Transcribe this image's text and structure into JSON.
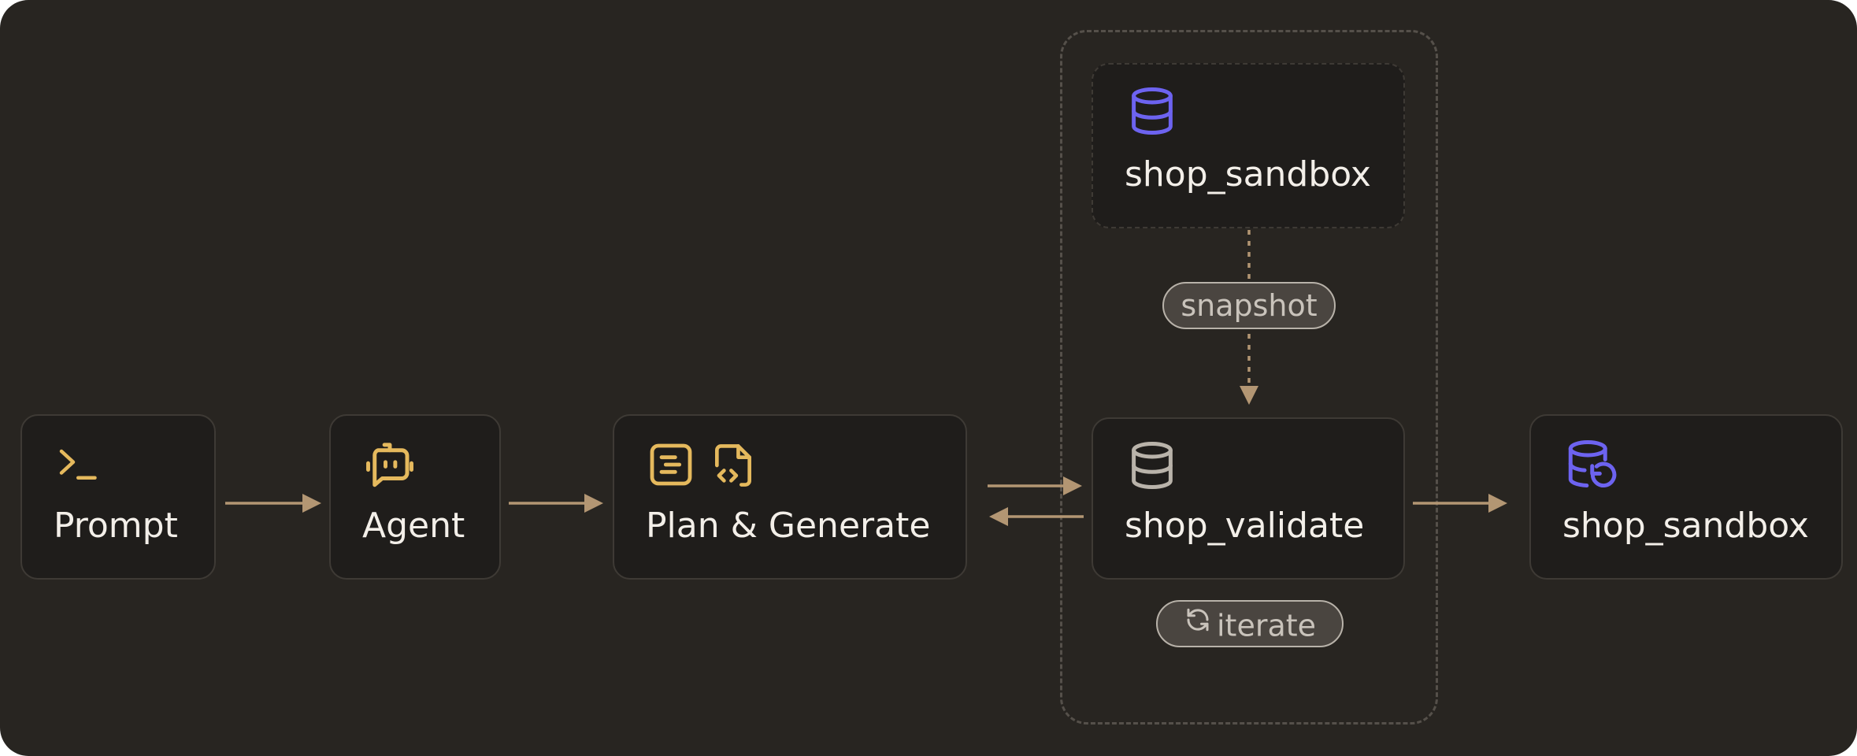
{
  "nodes": {
    "prompt": {
      "label": "Prompt",
      "icon": "terminal-prompt-icon"
    },
    "agent": {
      "label": "Agent",
      "icon": "robot-chat-icon"
    },
    "plan_generate": {
      "label": "Plan & Generate",
      "icons": [
        "document-lines-icon",
        "code-file-icon"
      ]
    },
    "shop_sandbox_source": {
      "label": "shop_sandbox",
      "icon": "database-icon"
    },
    "shop_validate": {
      "label": "shop_validate",
      "icon": "database-icon"
    },
    "shop_sandbox_result": {
      "label": "shop_sandbox",
      "icon": "database-restore-icon"
    }
  },
  "pills": {
    "snapshot": "snapshot",
    "iterate": "iterate",
    "iterate_icon": "refresh-icon"
  },
  "colors": {
    "background": "#282521",
    "node_fill": "#1f1d1b",
    "node_border": "#3e3a35",
    "text": "#f3efe9",
    "accent_gold": "#e5b95d",
    "accent_purple": "#6d63f0",
    "neutral_icon": "#b9b3aa",
    "arrow": "#b39673"
  }
}
